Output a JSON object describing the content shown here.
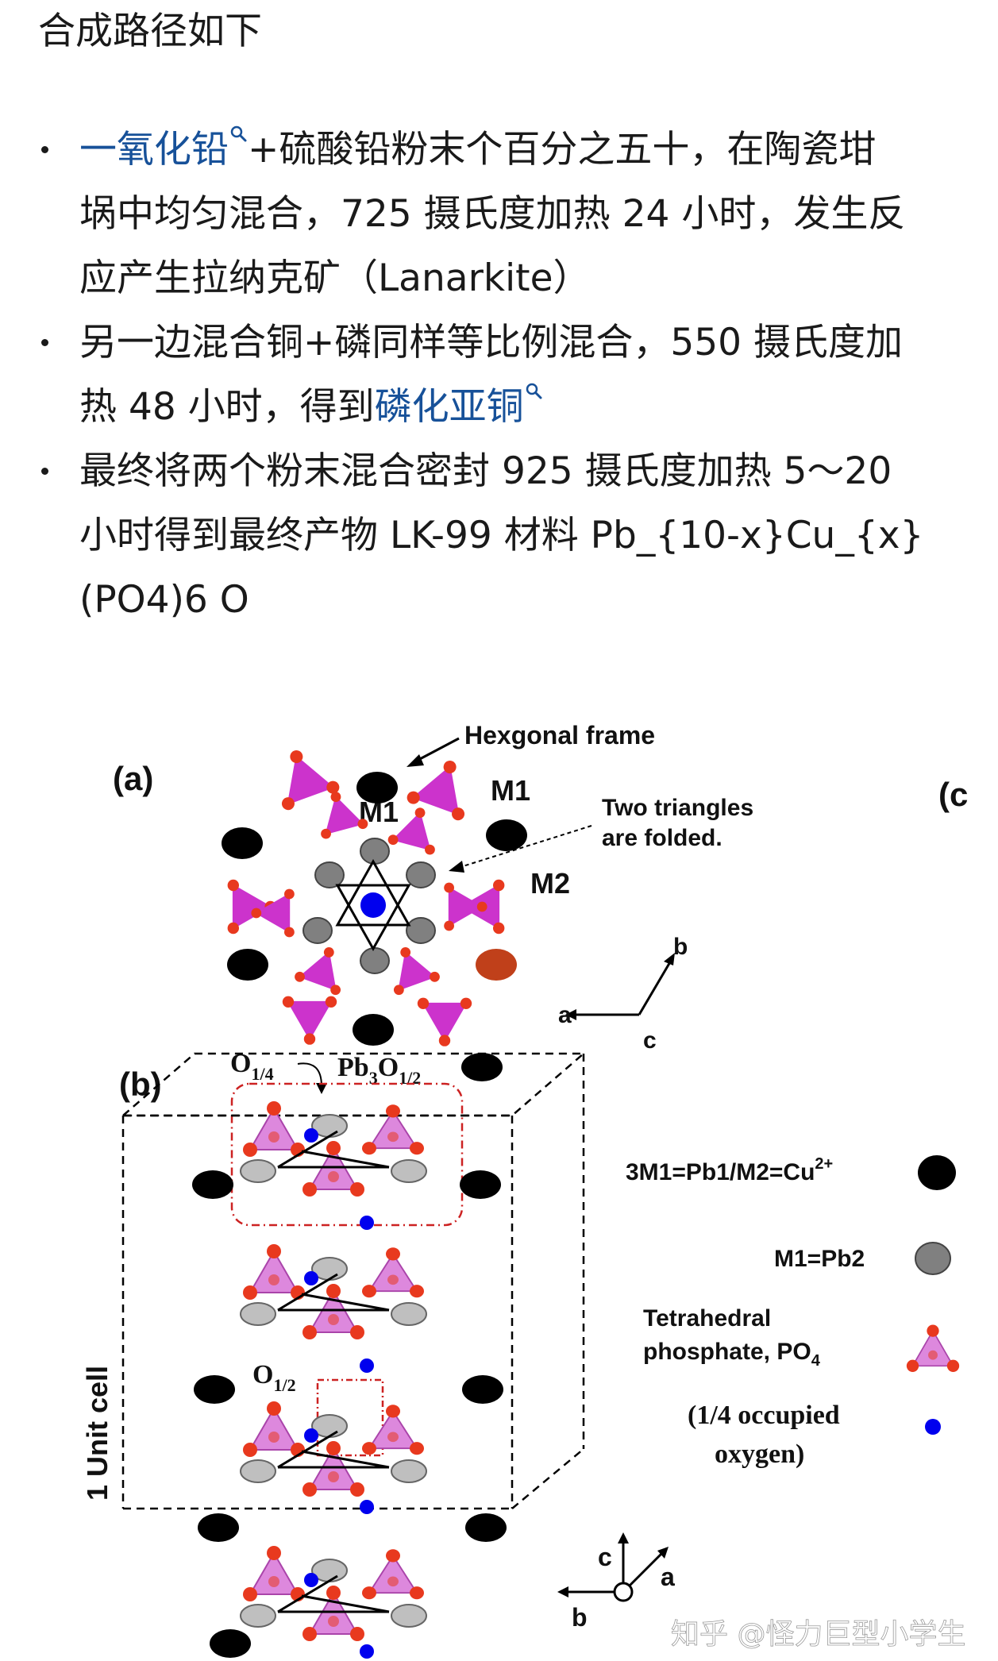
{
  "intro": "合成路径如下",
  "steps": [
    {
      "lines": [
        {
          "link": "一氧化铅",
          "text": "+硫酸铅粉末个百分之五十，在陶瓷坩"
        },
        {
          "text": "埚中均匀混合，725 摄氏度加热 24 小时，发生反"
        },
        {
          "text": "应产生拉纳克矿（Lanarkite）"
        }
      ]
    },
    {
      "lines": [
        {
          "text": "另一边混合铜+磷同样等比例混合，550 摄氏度加"
        },
        {
          "text": "热 48 小时，得到",
          "link": "磷化亚铜"
        }
      ]
    },
    {
      "lines": [
        {
          "text": "最终将两个粉末混合密封 925 摄氏度加热 5～20"
        },
        {
          "text": "小时得到最终产物 LK-99 材料 Pb_{10-x}Cu_{x}"
        },
        {
          "text": "(PO4)6 O"
        }
      ]
    }
  ],
  "figure": {
    "panel_a": "(a)",
    "panel_b": "(b)",
    "panel_c": "(c",
    "hex_frame": "Hexgonal frame",
    "m1": "M1",
    "m1_center": "M1",
    "m2": "M2",
    "two_triangles_1": "Two triangles",
    "two_triangles_2": "are folded.",
    "axis_a": "a",
    "axis_b": "b",
    "axis_c": "c",
    "o14": "O",
    "o14_sub": "1/4",
    "pb3o": "Pb",
    "pb3o_sub1": "3",
    "pb3o_o": "O",
    "pb3o_sub2": "1/2",
    "o12": "O",
    "o12_sub": "1/2",
    "unit_cell": "1 Unit cell",
    "legend_m": "3M1=Pb1/M2=Cu",
    "legend_m_sup": "2+",
    "legend_pb2": "M1=Pb2",
    "legend_tet1": "Tetrahedral",
    "legend_tet2": "phosphate, PO",
    "legend_tet_sub": "4",
    "legend_oxy1": "(1/4 occupied",
    "legend_oxy2": "oxygen)",
    "axis_b_c": "c",
    "axis_b_a": "a",
    "axis_b_b": "b"
  },
  "watermark": "知乎 @怪力巨型小学生",
  "colors": {
    "link": "#175199",
    "tetra_fill": "#cc33cc",
    "tetra_fill_light": "#dd88dd",
    "oxygen_red": "#e8391e",
    "pb1_black": "#000000",
    "pb2_gray": "#808080",
    "pb2_light": "#bfbfbf",
    "cu_brown": "#c0401a",
    "oxygen_blue": "#0000ee"
  }
}
